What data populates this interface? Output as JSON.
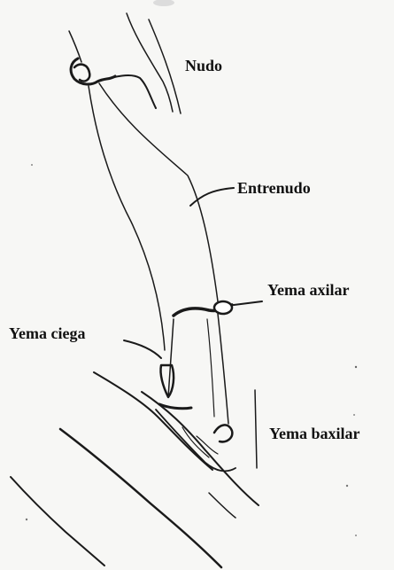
{
  "labels": {
    "nudo": "Nudo",
    "entrenudo": "Entrenudo",
    "yema_axilar": "Yema axilar",
    "yema_ciega": "Yema ciega",
    "yema_baxilar": "Yema baxilar"
  },
  "colors": {
    "background": "#f7f7f5",
    "ink": "#1a1a1a"
  }
}
